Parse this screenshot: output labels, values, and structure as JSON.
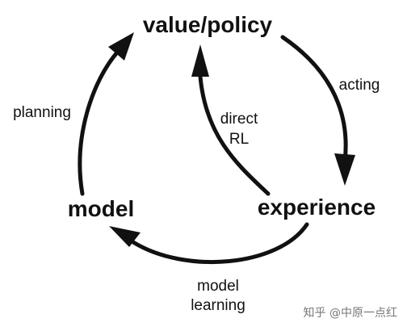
{
  "nodes": {
    "value_policy": "value/policy",
    "experience": "experience",
    "model": "model"
  },
  "edges": {
    "acting": "acting",
    "planning": "planning",
    "direct_rl_line1": "direct",
    "direct_rl_line2": "RL",
    "model_learning_line1": "model",
    "model_learning_line2": "learning"
  },
  "watermark": "知乎 @中原一点红"
}
